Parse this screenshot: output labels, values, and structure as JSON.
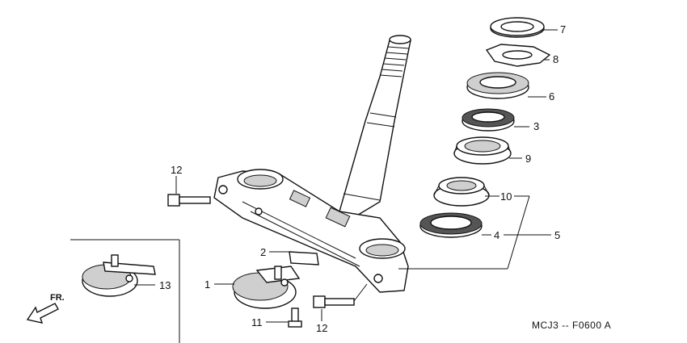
{
  "callouts": {
    "c1": "1",
    "c2": "2",
    "c3": "3",
    "c4": "4",
    "c5": "5",
    "c6": "6",
    "c7": "7",
    "c8": "8",
    "c9": "9",
    "c10": "10",
    "c11": "11",
    "c12a": "12",
    "c12b": "12",
    "c13": "13"
  },
  "direction_label": "FR.",
  "diagram_code": "MCJ3 -- F0600 A",
  "icons": {
    "front_arrow": "front-direction-arrow-icon"
  },
  "colors": {
    "line": "#111111",
    "shade": "#cfcfcf",
    "background": "#ffffff"
  }
}
